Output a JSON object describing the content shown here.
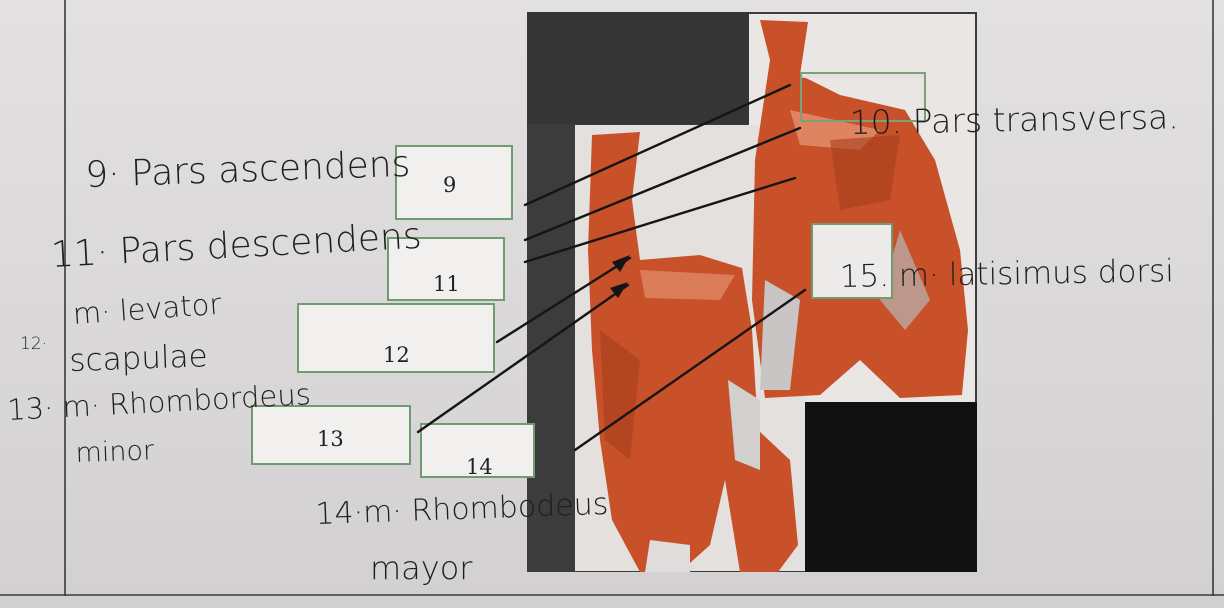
{
  "annotations": {
    "label_9": "9· Pars ascendens",
    "label_10": "10. Pars transversa.",
    "label_11": "11· Pars descendens",
    "label_12_num": "12·",
    "label_12_line1": "m· levator",
    "label_12_line2": "scapulae",
    "label_13_line1": "13· m· Rhombordeus",
    "label_13_line2": "minor",
    "label_14_line1": "14·m· Rhombodeus",
    "label_14_line2": "mayor",
    "label_15": "15. m· latisimus dorsi"
  },
  "boxes": {
    "box_9": "9",
    "box_11": "11",
    "box_12": "12",
    "box_13": "13",
    "box_14": "14"
  },
  "colors": {
    "muscle": "#c8512a",
    "muscle_dark": "#9c3718",
    "box_border": "#6f9b6f",
    "ink": "#1e1e1e"
  }
}
